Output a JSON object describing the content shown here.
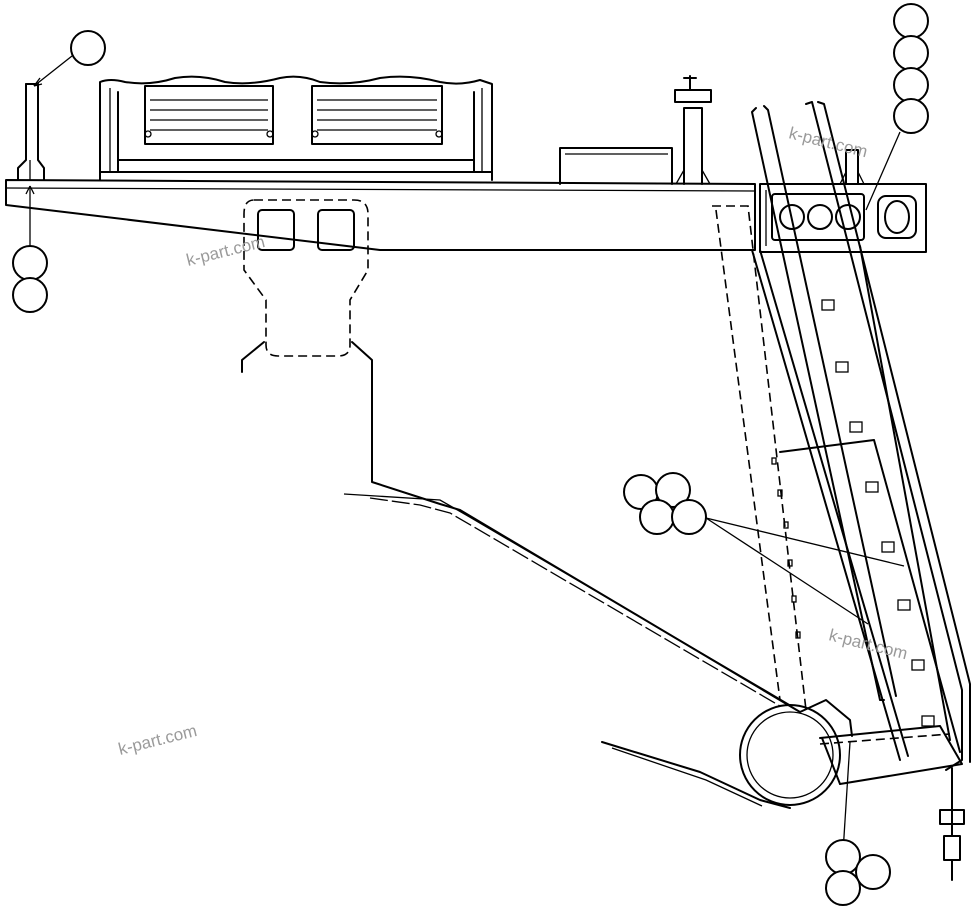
{
  "diagram": {
    "watermarks": [
      {
        "id": "wm-top-right",
        "text": "k-part.com"
      },
      {
        "id": "wm-top-left",
        "text": "k-part.com"
      },
      {
        "id": "wm-mid-right",
        "text": "k-part.com"
      },
      {
        "id": "wm-bottom-left",
        "text": "k-part.com"
      }
    ]
  }
}
